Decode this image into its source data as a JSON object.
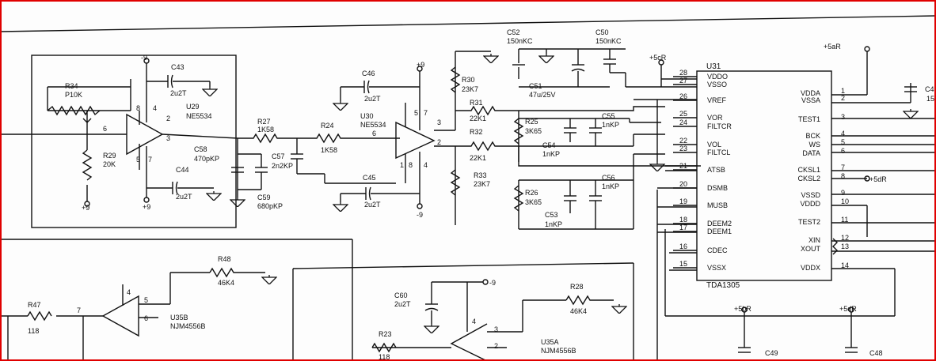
{
  "frame": {
    "border_color": "#e00000",
    "ink_color": "#111111",
    "paper_color": "#fdfdfd"
  },
  "chips": {
    "u29": {
      "ref": "U29",
      "part": "NE5534"
    },
    "u30": {
      "ref": "U30",
      "part": "NE5534"
    },
    "u31": {
      "ref": "U31",
      "part": "TDA1305"
    },
    "u35b": {
      "ref": "U35B",
      "part": "NJM4556B"
    },
    "u35a": {
      "ref": "U35A",
      "part": "NJM4556B"
    }
  },
  "components": {
    "r34": {
      "ref": "R34",
      "value": "P10K"
    },
    "r29": {
      "ref": "R29",
      "value": "20K"
    },
    "r27": {
      "ref": "R27",
      "value": "1K58"
    },
    "r24": {
      "ref": "R24",
      "value": "1K58"
    },
    "r30": {
      "ref": "R30",
      "value": "23K7"
    },
    "r31": {
      "ref": "R31",
      "value": "22K1"
    },
    "r32": {
      "ref": "R32",
      "value": "22K1"
    },
    "r33": {
      "ref": "R33",
      "value": "23K7"
    },
    "r25": {
      "ref": "R25",
      "value": "3K65"
    },
    "r26": {
      "ref": "R26",
      "value": "3K65"
    },
    "r48": {
      "ref": "R48",
      "value": "46K4"
    },
    "r47": {
      "ref": "R47",
      "value": "118"
    },
    "r28": {
      "ref": "R28",
      "value": "46K4"
    },
    "r23": {
      "ref": "R23",
      "value": "118"
    },
    "c43": {
      "ref": "C43",
      "value": "2u2T"
    },
    "c44": {
      "ref": "C44",
      "value": "2u2T"
    },
    "c58": {
      "ref": "C58",
      "value": "470pKP"
    },
    "c59": {
      "ref": "C59",
      "value": "680pKP"
    },
    "c57": {
      "ref": "C57",
      "value": "2n2KP"
    },
    "c46": {
      "ref": "C46",
      "value": "2u2T"
    },
    "c45": {
      "ref": "C45",
      "value": "2u2T"
    },
    "c52": {
      "ref": "C52",
      "value": "150nKC"
    },
    "c50": {
      "ref": "C50",
      "value": "150nKC"
    },
    "c51": {
      "ref": "C51",
      "value": "47u/25V"
    },
    "c55": {
      "ref": "C55",
      "value": "1nKP"
    },
    "c54": {
      "ref": "C54",
      "value": "1nKP"
    },
    "c56": {
      "ref": "C56",
      "value": "1nKP"
    },
    "c53": {
      "ref": "C53",
      "value": "1nKP"
    },
    "c60": {
      "ref": "C60",
      "value": "2u2T"
    },
    "c49": {
      "ref": "C49"
    },
    "c48": {
      "ref": "C48"
    }
  },
  "rails": {
    "neg9": "-9",
    "pos9": "+9",
    "p5cr": "+5cR",
    "p5ar": "+5aR",
    "p5dr": "+5dR",
    "p5br": "+5bR"
  },
  "u31_left_pins": [
    {
      "num": "28",
      "name": "VDDO"
    },
    {
      "num": "27",
      "name": "VSSO"
    },
    {
      "num": "26",
      "name": "VREF"
    },
    {
      "num": "25",
      "name": "VOR"
    },
    {
      "num": "24",
      "name": "FILTCR"
    },
    {
      "num": "22",
      "name": "VOL"
    },
    {
      "num": "23",
      "name": "FILTCL"
    },
    {
      "num": "21",
      "name": "ATSB"
    },
    {
      "num": "20",
      "name": "DSMB"
    },
    {
      "num": "19",
      "name": "MUSB"
    },
    {
      "num": "18",
      "name": "DEEM2"
    },
    {
      "num": "17",
      "name": "DEEM1"
    },
    {
      "num": "16",
      "name": "CDEC"
    },
    {
      "num": "15",
      "name": "VSSX"
    }
  ],
  "u31_right_pins": [
    {
      "num": "1",
      "name": "VDDA"
    },
    {
      "num": "2",
      "name": "VSSA"
    },
    {
      "num": "3",
      "name": "TEST1"
    },
    {
      "num": "4",
      "name": "BCK"
    },
    {
      "num": "5",
      "name": "WS"
    },
    {
      "num": "6",
      "name": "DATA"
    },
    {
      "num": "7",
      "name": "CKSL1"
    },
    {
      "num": "8",
      "name": "CKSL2"
    },
    {
      "num": "9",
      "name": "VSSD"
    },
    {
      "num": "10",
      "name": "VDDD"
    },
    {
      "num": "11",
      "name": "TEST2"
    },
    {
      "num": "12",
      "name": "XIN"
    },
    {
      "num": "13",
      "name": "XOUT"
    },
    {
      "num": "14",
      "name": "VDDX"
    }
  ],
  "pin_numbers": {
    "u29": [
      "8",
      "4",
      "2",
      "6",
      "3",
      "5",
      "7"
    ],
    "u30": [
      "5",
      "7",
      "3",
      "6",
      "2",
      "1",
      "8",
      "4"
    ],
    "u35b": [
      "4",
      "5",
      "6",
      "7"
    ],
    "u35a": [
      "4",
      "3",
      "2"
    ]
  },
  "edge_fragments": {
    "c_right": "C4",
    "c_right_val": "15"
  }
}
